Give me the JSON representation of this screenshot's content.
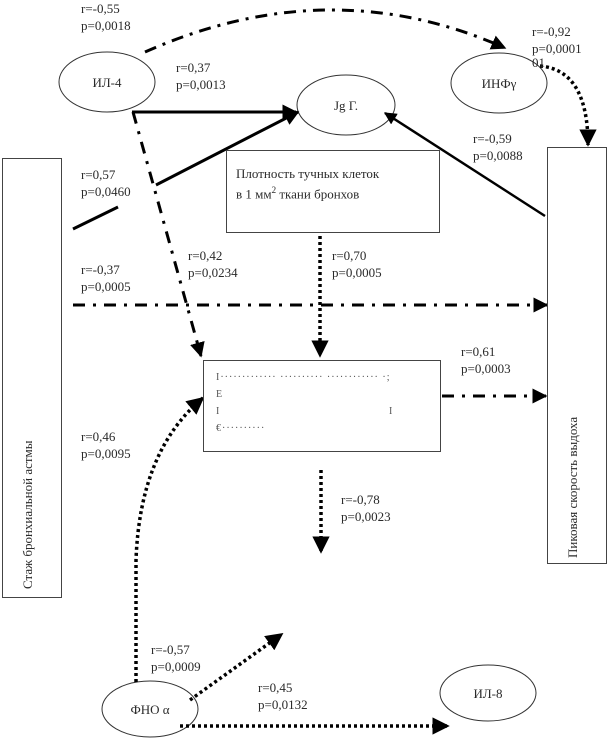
{
  "nodes": {
    "il4": "ИЛ-4",
    "ige": "Jg Г.",
    "infg": "ИНФγ",
    "tnf": "ФНО α",
    "il8": "ИЛ-8",
    "mast_density_line1": "Плотность тучных клеток",
    "mast_density_line2_pre": "в 1 мм",
    "mast_density_sup": "2",
    "mast_density_line2_post": " ткани бронхов",
    "middle_box_line1": "I·············  ·········· ············ ·;",
    "middle_box_line2": "E",
    "middle_box_line3": "I",
    "middle_box_line3_right": "I",
    "middle_box_line4": "€··········",
    "asthma_duration": "Стаж бронхиальной астмы",
    "peak_flow": "Пиковая скорость выдоха"
  },
  "correlations": [
    {
      "id": "il4-infg",
      "r": "r=-0,55",
      "p": "p=0,0018"
    },
    {
      "id": "il4-ige",
      "r": "r=0,37",
      "p": "p=0,0013"
    },
    {
      "id": "infg-peak",
      "r": "r=-0,92",
      "p": "p=0,0001",
      "extra": "01"
    },
    {
      "id": "peak-ige",
      "r": "r=-0,59",
      "p": "p=0,0088"
    },
    {
      "id": "asthma-ige",
      "r": "r=0,57",
      "p": "p=0,0460"
    },
    {
      "id": "il4-middle",
      "r": "r=0,42",
      "p": "p=0,0234"
    },
    {
      "id": "mast-middle",
      "r": "r=0,70",
      "p": "p=0,0005"
    },
    {
      "id": "asthma-peak",
      "r": "r=-0,37",
      "p": "p=0,0005"
    },
    {
      "id": "middle-peak",
      "r": "r=0,61",
      "p": "p=0,0003"
    },
    {
      "id": "tnf-middle",
      "r": "r=0,46",
      "p": "p=0,0095"
    },
    {
      "id": "middle-down",
      "r": "r=-0,78",
      "p": "p=0,0023"
    },
    {
      "id": "tnf-up",
      "r": "r=-0,57",
      "p": "p=0,0009"
    },
    {
      "id": "tnf-il8",
      "r": "r=0,45",
      "p": "p=0,0132"
    }
  ]
}
